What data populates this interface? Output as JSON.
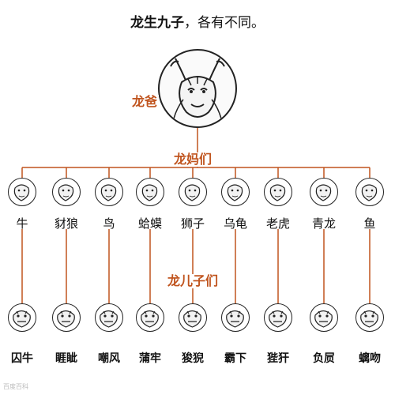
{
  "title": {
    "bold": "龙生九子",
    "rest": "，各有不同。"
  },
  "father_label": "龙爸",
  "mothers_label": "龙妈们",
  "sons_label": "龙儿子们",
  "mothers": [
    {
      "name": "牛",
      "icon": "ox-head-icon"
    },
    {
      "name": "豺狼",
      "icon": "wolf-head-icon"
    },
    {
      "name": "鸟",
      "icon": "bird-head-icon"
    },
    {
      "name": "蛤蟆",
      "icon": "toad-head-icon"
    },
    {
      "name": "狮子",
      "icon": "lion-head-icon"
    },
    {
      "name": "乌龟",
      "icon": "turtle-head-icon"
    },
    {
      "name": "老虎",
      "icon": "tiger-head-icon"
    },
    {
      "name": "青龙",
      "icon": "dragon-head-icon"
    },
    {
      "name": "鱼",
      "icon": "fish-head-icon"
    }
  ],
  "sons": [
    {
      "name": "囚牛"
    },
    {
      "name": "睚眦"
    },
    {
      "name": "嘲风"
    },
    {
      "name": "蒲牢"
    },
    {
      "name": "狻猊"
    },
    {
      "name": "霸下"
    },
    {
      "name": "狴犴"
    },
    {
      "name": "负屃"
    },
    {
      "name": "螭吻"
    }
  ],
  "colors": {
    "connector": "#c0541e",
    "label": "#c0541e"
  }
}
